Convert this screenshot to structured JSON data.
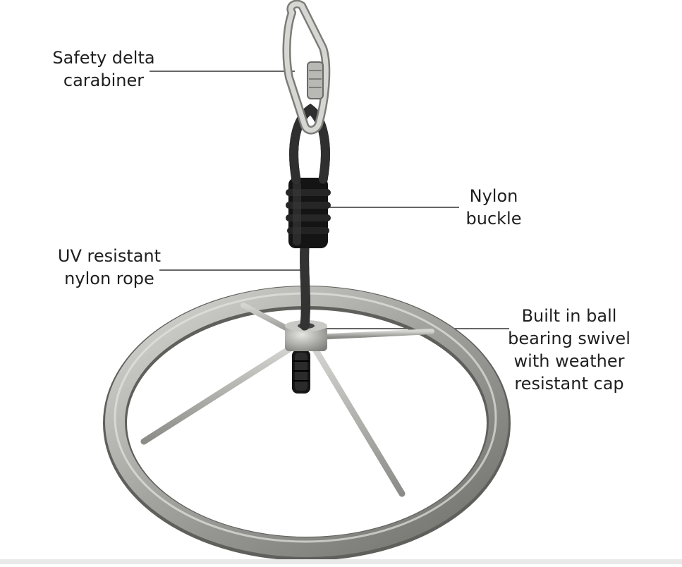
{
  "callouts": {
    "carabiner": {
      "line1": "Safety delta",
      "line2": "carabiner"
    },
    "buckle": {
      "line1": "Nylon",
      "line2": "buckle"
    },
    "rope": {
      "line1": "UV resistant",
      "line2": "nylon rope"
    },
    "swivel": {
      "line1": "Built in ball",
      "line2": "bearing swivel",
      "line3": "with weather",
      "line4": "resistant cap"
    }
  },
  "colors": {
    "leader_line": "#333333",
    "metal": "#9a9a96",
    "rope": "#111111",
    "label_text": "#1f1f1f"
  }
}
